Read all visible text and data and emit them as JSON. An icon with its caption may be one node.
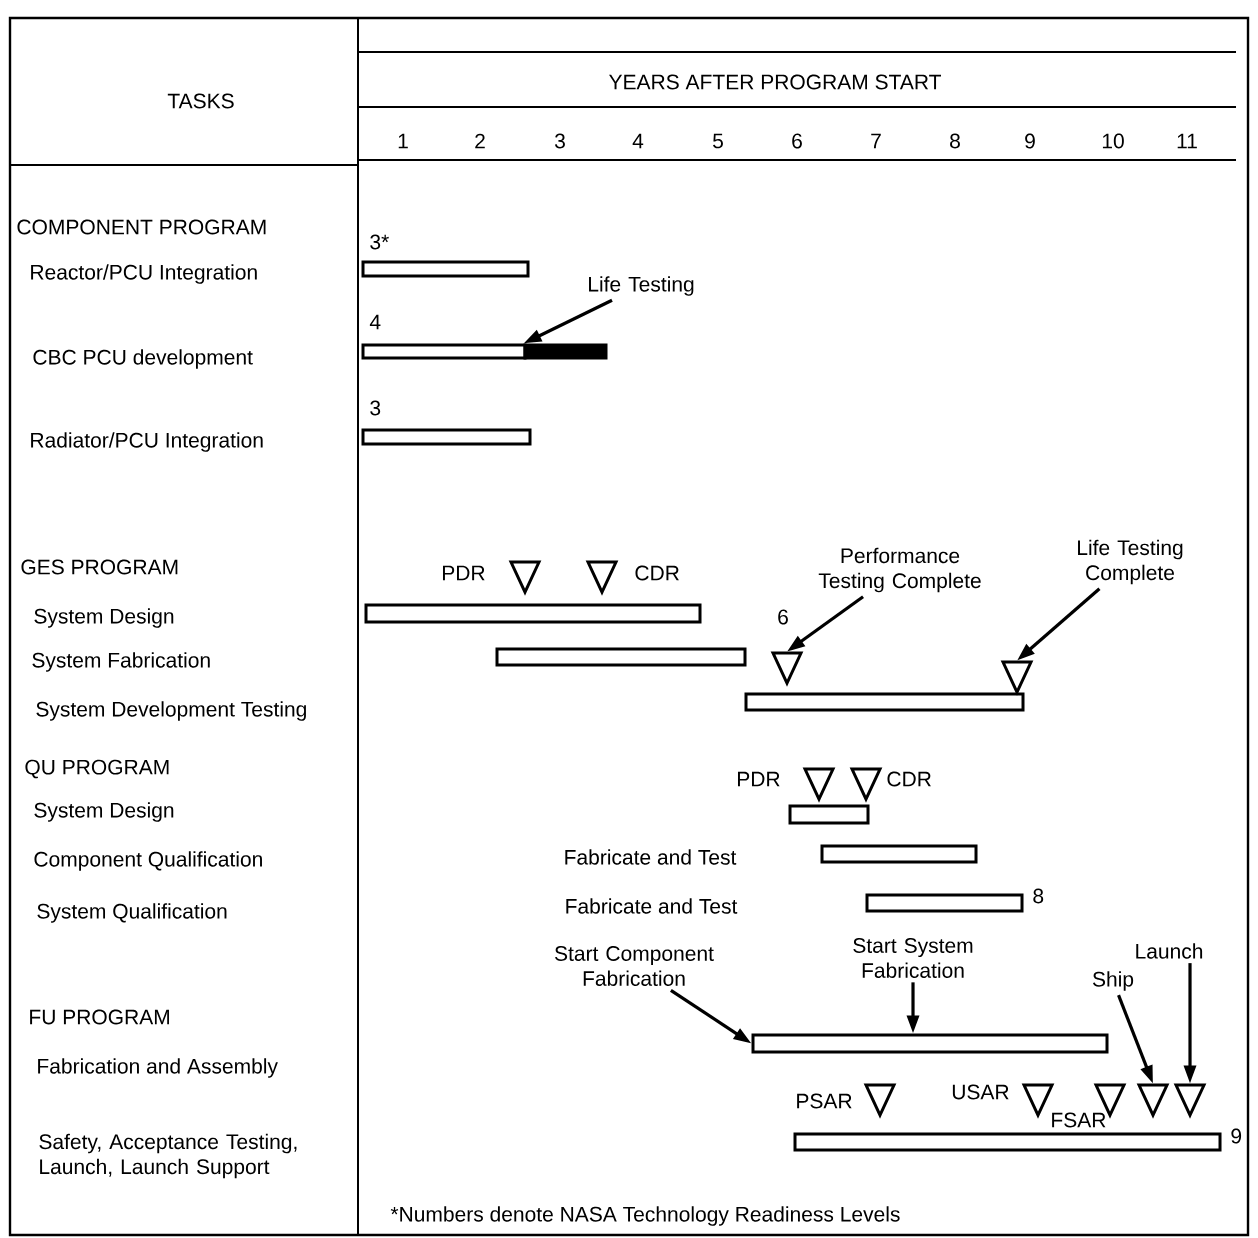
{
  "diagram": {
    "nodes": [
      {
        "text": [],
        "shape": "bar",
        "beside": [
          "3*"
        ]
      },
      {
        "text": [
          "Life Testing"
        ]
      },
      {
        "text": [],
        "shape": "bar",
        "beside": [
          "4"
        ]
      },
      {
        "text": [],
        "shape": "bar"
      },
      {
        "text": [],
        "shape": "bar",
        "beside": [
          "3"
        ]
      },
      {
        "text": [],
        "shape": "triangle",
        "beside": [
          "PDR"
        ]
      },
      {
        "text": [],
        "shape": "triangle",
        "beside": [
          "CDR"
        ]
      },
      {
        "text": [
          "Performance Testing Complete"
        ]
      },
      {
        "text": [
          "Life Testing Complete"
        ]
      },
      {
        "text": [],
        "shape": "bar"
      },
      {
        "text": [],
        "shape": "bar"
      },
      {
        "text": [],
        "shape": "triangle"
      },
      {
        "text": [],
        "shape": "triangle"
      },
      {
        "text": [],
        "shape": "bar"
      },
      {
        "text": [],
        "shape": "triangle",
        "beside": [
          "PDR"
        ]
      },
      {
        "text": [],
        "shape": "triangle",
        "beside": [
          "CDR"
        ]
      },
      {
        "text": [],
        "shape": "bar"
      },
      {
        "text": [],
        "shape": "bar"
      },
      {
        "text": [],
        "shape": "bar",
        "beside": [
          "8"
        ]
      },
      {
        "text": [
          "Start Component Fabrication"
        ]
      },
      {
        "text": [
          "Start System Fabrication"
        ]
      },
      {
        "text": [
          "Launch"
        ]
      },
      {
        "text": [
          "Ship"
        ]
      },
      {
        "text": [],
        "shape": "bar"
      },
      {
        "text": [],
        "shape": "triangle",
        "beside": [
          "PSAR"
        ]
      },
      {
        "text": [],
        "shape": "triangle",
        "beside": [
          "USAR"
        ]
      },
      {
        "text": [],
        "shape": "triangle",
        "beside": [
          "FSAR"
        ]
      },
      {
        "text": [],
        "shape": "triangle"
      },
      {
        "text": [],
        "shape": "triangle"
      },
      {
        "text": [],
        "shape": "bar",
        "beside": [
          "9"
        ]
      }
    ],
    "edges": [
      {
        "from": 1,
        "to": 3,
        "arrow": "to"
      },
      {
        "from": 7,
        "to": 11,
        "arrow": "to"
      },
      {
        "from": 8,
        "to": 12,
        "arrow": "to"
      },
      {
        "from": 19,
        "to": 23,
        "arrow": "to"
      },
      {
        "from": 20,
        "to": 23,
        "arrow": "to"
      },
      {
        "from": 22,
        "to": 27,
        "arrow": "to"
      },
      {
        "from": 21,
        "to": 28,
        "arrow": "to"
      }
    ],
    "labels": [
      "TASKS",
      "YEARS AFTER PROGRAM START",
      "1",
      "2",
      "3",
      "4",
      "5",
      "6",
      "7",
      "8",
      "9",
      "10",
      "11",
      "COMPONENT PROGRAM",
      "Reactor/PCU Integration",
      "CBC PCU development",
      "Radiator/PCU Integration",
      "GES PROGRAM",
      "System Design",
      "6",
      "System Fabrication",
      "System Development Testing",
      "QU PROGRAM",
      "System Design",
      "Component Qualification",
      "Fabricate and Test",
      "System Qualification",
      "Fabricate and Test",
      "FU PROGRAM",
      "Fabrication and Assembly",
      "Safety, Acceptance Testing, Launch, Launch Support",
      "*Numbers denote NASA Technology Readiness Levels"
    ]
  }
}
